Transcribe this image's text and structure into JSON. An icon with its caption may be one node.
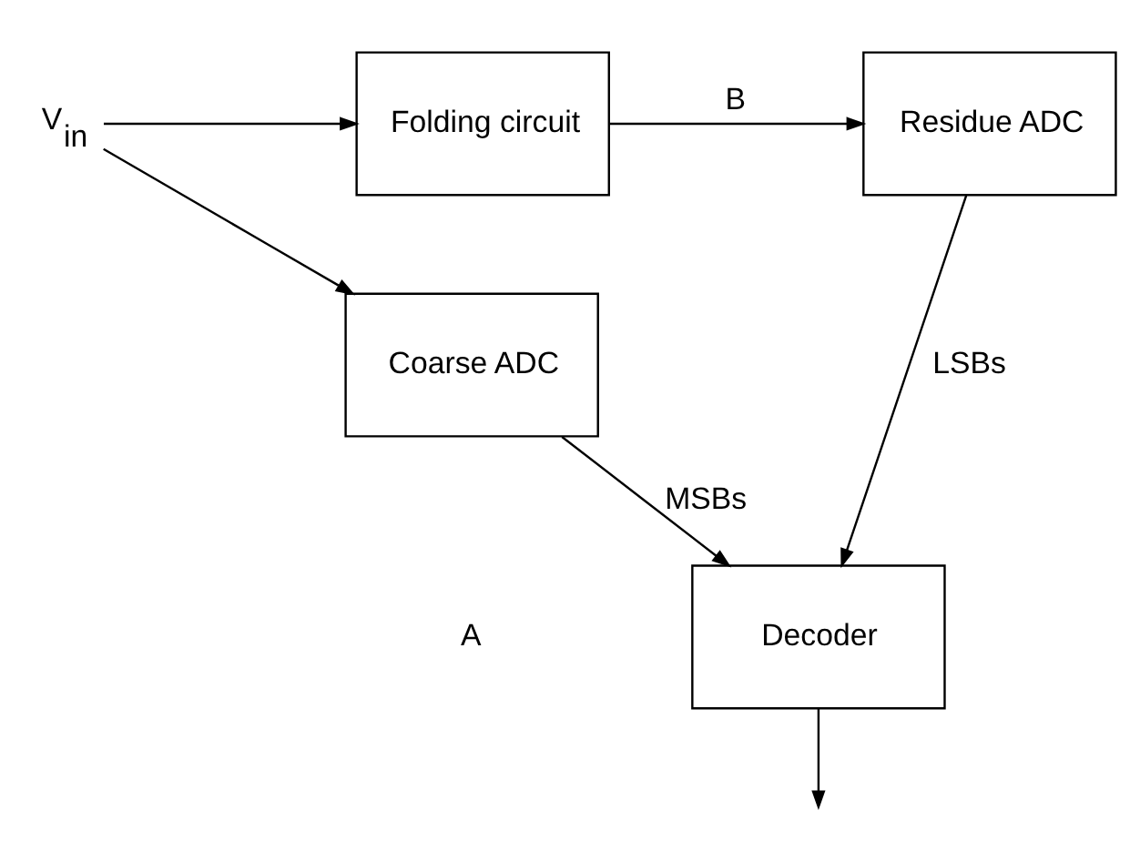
{
  "diagram": {
    "nodes": [
      {
        "text": [
          "V$_{in}$"
        ]
      },
      {
        "text": [
          "Folding circuit"
        ]
      },
      {
        "text": [
          "Residue ADC"
        ]
      },
      {
        "text": [
          "Coarse ADC"
        ]
      },
      {
        "text": [
          "Decoder"
        ]
      }
    ],
    "edges": [
      {
        "from": 0,
        "to": 1,
        "arrow": "to"
      },
      {
        "from": 0,
        "to": 3,
        "arrow": "to"
      },
      {
        "from": 1,
        "to": 2,
        "label": "B",
        "arrow": "to"
      },
      {
        "from": 3,
        "to": 4,
        "label": "MSBs",
        "arrow": "to"
      },
      {
        "from": 2,
        "to": 4,
        "label": "LSBs",
        "arrow": "to"
      },
      {
        "from": 4,
        "to": null,
        "arrow": "to"
      }
    ],
    "labels": [
      "A"
    ]
  }
}
